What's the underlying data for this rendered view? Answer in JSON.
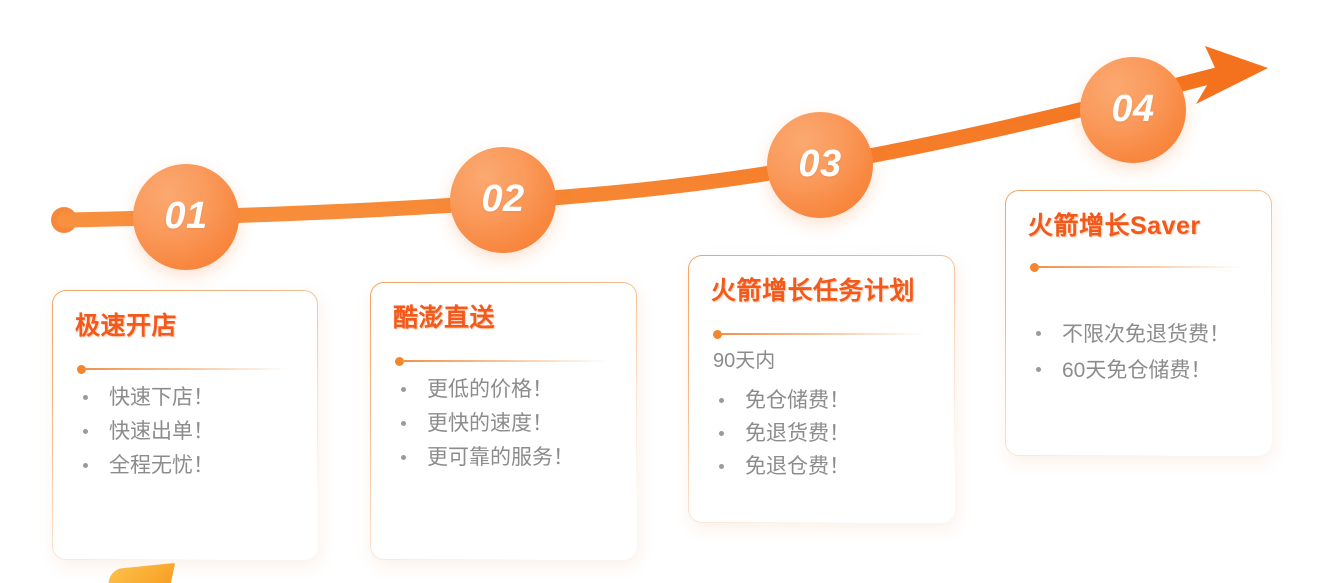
{
  "theme": {
    "accent_orange": "#f57c2f",
    "title_orange": "#f4591c",
    "body_gray": "#8c8c8c",
    "card_border": "#f0a566",
    "background": "#ffffff"
  },
  "timeline": {
    "start_dot_label": "timeline-start",
    "arrow_label": "growth-arrow",
    "steps": [
      {
        "number": "01"
      },
      {
        "number": "02"
      },
      {
        "number": "03"
      },
      {
        "number": "04"
      }
    ]
  },
  "cards": [
    {
      "title": "极速开店",
      "intro": "",
      "bullets": [
        "快速下店！",
        "快速出单！",
        "全程无忧！"
      ]
    },
    {
      "title": "酷澎直送",
      "intro": "",
      "bullets": [
        "更低的价格！",
        "更快的速度！",
        "更可靠的服务！"
      ]
    },
    {
      "title": "火箭增长任务计划",
      "intro": "90天内",
      "bullets": [
        "免仓储费！",
        "免退货费！",
        "免退仓费！"
      ]
    },
    {
      "title": "火箭增长Saver",
      "intro": "",
      "bullets": [
        "不限次免退货费！",
        "60天免仓储费！"
      ]
    }
  ]
}
